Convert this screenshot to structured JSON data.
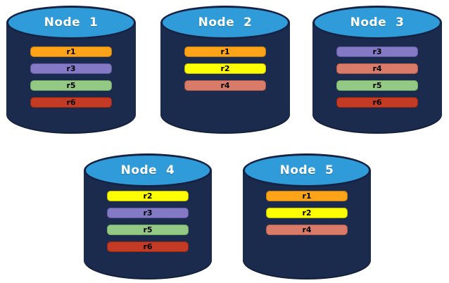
{
  "diagram": {
    "description": "Five database nodes holding replicated partitions r1-r6",
    "background": "#ffffff"
  },
  "cylinder_colors": {
    "body": "#1B2B4E",
    "top_fill": "#2F9CD9",
    "outline": "#152244",
    "label_text": "#ffffff"
  },
  "replica_colors": {
    "r1": {
      "fill": "#FBA319",
      "border": "#C27D0E"
    },
    "r2": {
      "fill": "#FEFE02",
      "border": "#BDB80A"
    },
    "r3": {
      "fill": "#8379C5",
      "border": "#5F57A0"
    },
    "r4": {
      "fill": "#D97B69",
      "border": "#B05A4C"
    },
    "r5": {
      "fill": "#94C985",
      "border": "#6FA862"
    },
    "r6": {
      "fill": "#C33B25",
      "border": "#93270F"
    }
  },
  "nodes": [
    {
      "label": "Node  1",
      "replicas": [
        "r1",
        "r3",
        "r5",
        "r6"
      ]
    },
    {
      "label": "Node  2",
      "replicas": [
        "r1",
        "r2",
        "r4"
      ]
    },
    {
      "label": "Node  3",
      "replicas": [
        "r3",
        "r4",
        "r5",
        "r6"
      ]
    },
    {
      "label": "Node  4",
      "replicas": [
        "r2",
        "r3",
        "r5",
        "r6"
      ]
    },
    {
      "label": "Node  5",
      "replicas": [
        "r1",
        "r2",
        "r4"
      ]
    }
  ]
}
